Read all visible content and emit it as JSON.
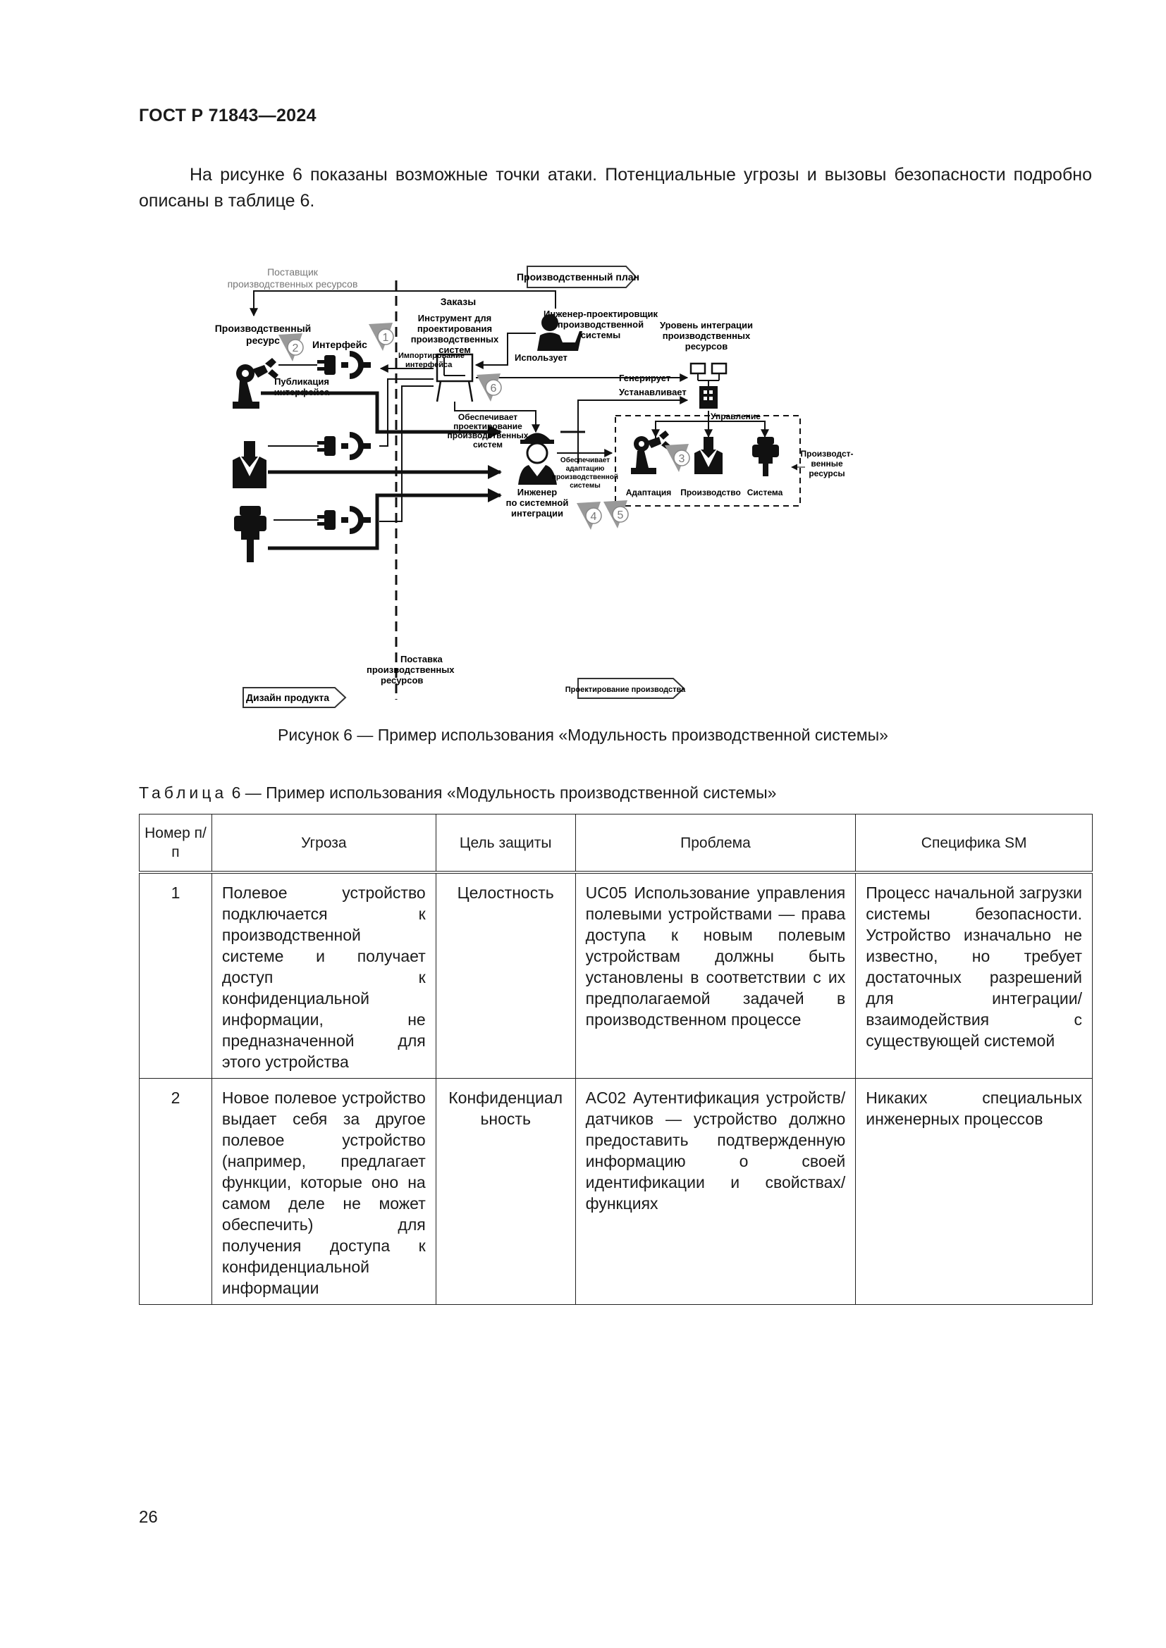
{
  "header": {
    "doc_code": "ГОСТ Р 71843—2024"
  },
  "intro": {
    "text": "На рисунке 6 показаны возможные точки атаки. Потенциальные угрозы и вызовы безопасности подробно описаны в таблице 6."
  },
  "figure": {
    "labels": {
      "supplier_1": "Поставщик",
      "supplier_2": "производственных ресурсов",
      "orders": "Заказы",
      "prod_plan": "Производственный план",
      "prod_resource_1": "Производственный",
      "prod_resource_2": "ресурс",
      "interface": "Интерфейс",
      "tool_1": "Инструмент для",
      "tool_2": "проектирования",
      "tool_3": "производственных",
      "tool_4": "систем",
      "designer_1": "Инженер-проектировщик",
      "designer_2": "производственной",
      "designer_3": "системы",
      "import_1": "Импортирование",
      "import_2": "интерфейса",
      "uses": "Использует",
      "integration_level_1": "Уровень интеграции",
      "integration_level_2": "производственных",
      "integration_level_3": "ресурсов",
      "publish_1": "Публикация",
      "publish_2": "интерфейса",
      "generates": "Генерирует",
      "installs": "Устанавливает",
      "provides_design_1": "Обеспечивает",
      "provides_design_2": "проектирование",
      "provides_design_3": "производственных",
      "provides_design_4": "систем",
      "control": "Управление",
      "prod_resources_r_1": "Производст-",
      "prod_resources_r_2": "венные",
      "prod_resources_r_3": "ресурсы",
      "provides_adapt_1": "Обеспечивает",
      "provides_adapt_2": "адаптацию",
      "provides_adapt_3": "производственной",
      "provides_adapt_4": "системы",
      "engineer_1": "Инженер",
      "engineer_2": "по системной",
      "engineer_3": "интеграции",
      "adaptation": "Адаптация",
      "production": "Производство",
      "system": "Система",
      "supply_1": "Поставка",
      "supply_2": "производственных",
      "supply_3": "ресурсов",
      "product_design": "Дизайн продукта",
      "prod_design": "Проектирование производства"
    },
    "attack_points": [
      "1",
      "2",
      "3",
      "4",
      "5",
      "6"
    ],
    "caption": "Рисунок 6 — Пример использования «Модульность производственной системы»"
  },
  "table": {
    "caption_word": "Таблица",
    "caption_rest": " 6 — Пример использования «Модульность производственной системы»",
    "headers": [
      "Номер п/п",
      "Угроза",
      "Цель защиты",
      "Проблема",
      "Специфика SM"
    ],
    "rows": [
      {
        "num": "1",
        "threat": "Полевое устройство подключается к производственной системе и получает доступ к конфиденциальной информации, не предназначенной для этого устройства",
        "goal": "Целостность",
        "problem": "UC05 Использование управления полевыми устройствами — права доступа к новым полевым устройствам должны быть установлены в соответствии с их предполагаемой задачей в производственном процессе",
        "sm": "Процесс начальной загрузки системы безопасности. Устройство изначально не известно, но требует достаточных разрешений для интеграции/взаимодействия с существующей системой"
      },
      {
        "num": "2",
        "threat": "Новое полевое устройство выдает себя за другое полевое устройство (например, предлагает функции, которые оно на самом деле не может обеспечить) для получения доступа к конфиденциальной информации",
        "goal": "Конфиденциальность",
        "problem": "AC02 Аутентификация устройств/датчиков — устройство должно предоставить подтвержденную информацию о своей идентификации и свойствах/функциях",
        "sm": "Никаких специальных инженерных процессов"
      }
    ]
  },
  "footer": {
    "page_number": "26"
  }
}
